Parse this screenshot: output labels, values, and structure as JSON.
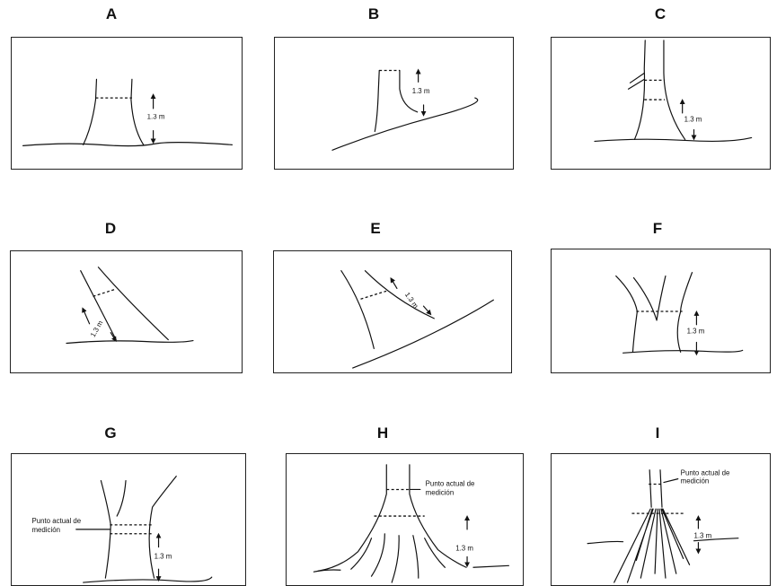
{
  "panels": [
    {
      "id": "A",
      "letter": "A",
      "height_label": "1.3 m"
    },
    {
      "id": "B",
      "letter": "B",
      "height_label": "1.3 m"
    },
    {
      "id": "C",
      "letter": "C",
      "height_label": "1.3 m"
    },
    {
      "id": "D",
      "letter": "D",
      "height_label": "1.3 m"
    },
    {
      "id": "E",
      "letter": "E",
      "height_label": "1.3 m"
    },
    {
      "id": "F",
      "letter": "F",
      "height_label": "1.3 m"
    },
    {
      "id": "G",
      "letter": "G",
      "height_label": "1.3 m",
      "note_line1": "Punto actual de",
      "note_line2": "medición"
    },
    {
      "id": "H",
      "letter": "H",
      "height_label": "1.3 m",
      "note_line1": "Punto actual de",
      "note_line2": "medición"
    },
    {
      "id": "I",
      "letter": "I",
      "height_label": "1.3 m",
      "note_line1": "Punto actual de",
      "note_line2": "medición"
    }
  ]
}
